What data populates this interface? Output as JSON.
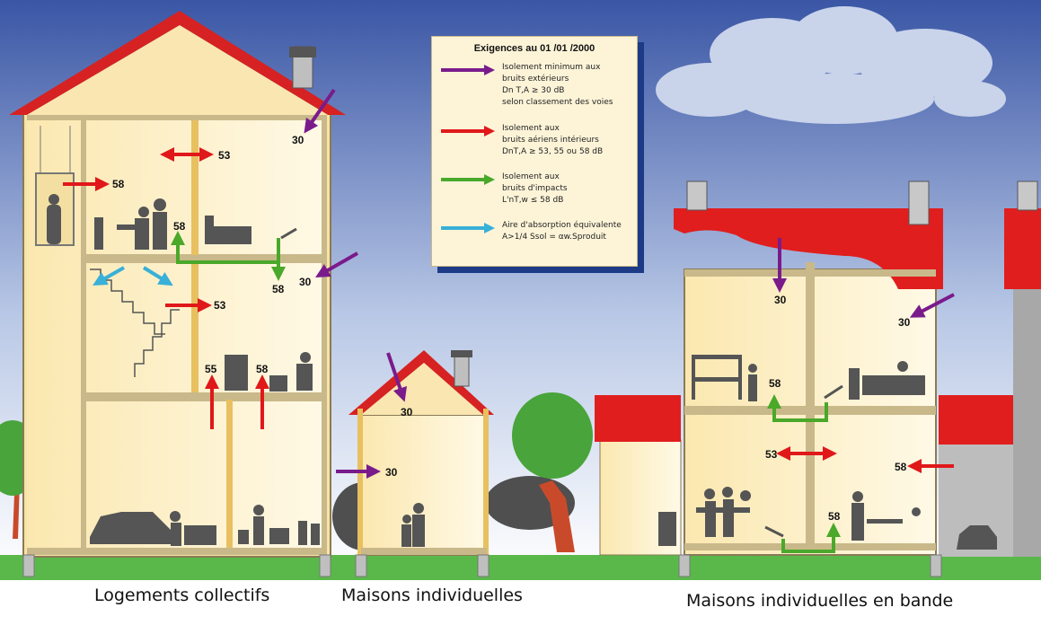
{
  "legend": {
    "title": "Exigences au 01 /01 /2000",
    "items": [
      {
        "color": "#7a1b8c",
        "lines": [
          "Isolement minimum aux",
          "bruits extérieurs",
          "Dn T,A ≥ 30 dB",
          "selon classement des voies"
        ]
      },
      {
        "color": "#e0181a",
        "lines": [
          "Isolement aux",
          "bruits aériens intérieurs",
          "DnT,A ≥ 53, 55 ou 58 dB"
        ]
      },
      {
        "color": "#4aa82a",
        "lines": [
          "Isolement aux",
          "bruits d'impacts",
          "L'nT,w ≤ 58 dB"
        ]
      },
      {
        "color": "#38b0d8",
        "lines": [
          "Aire d'absorption équivalente",
          "A>1/4 Ssol = αw.Sproduit"
        ]
      }
    ]
  },
  "captions": {
    "collectifs": "Logements collectifs",
    "individuelles": "Maisons individuelles",
    "bande": "Maisons individuelles en bande"
  },
  "values": {
    "v30": "30",
    "v53": "53",
    "v55": "55",
    "v58": "58"
  }
}
